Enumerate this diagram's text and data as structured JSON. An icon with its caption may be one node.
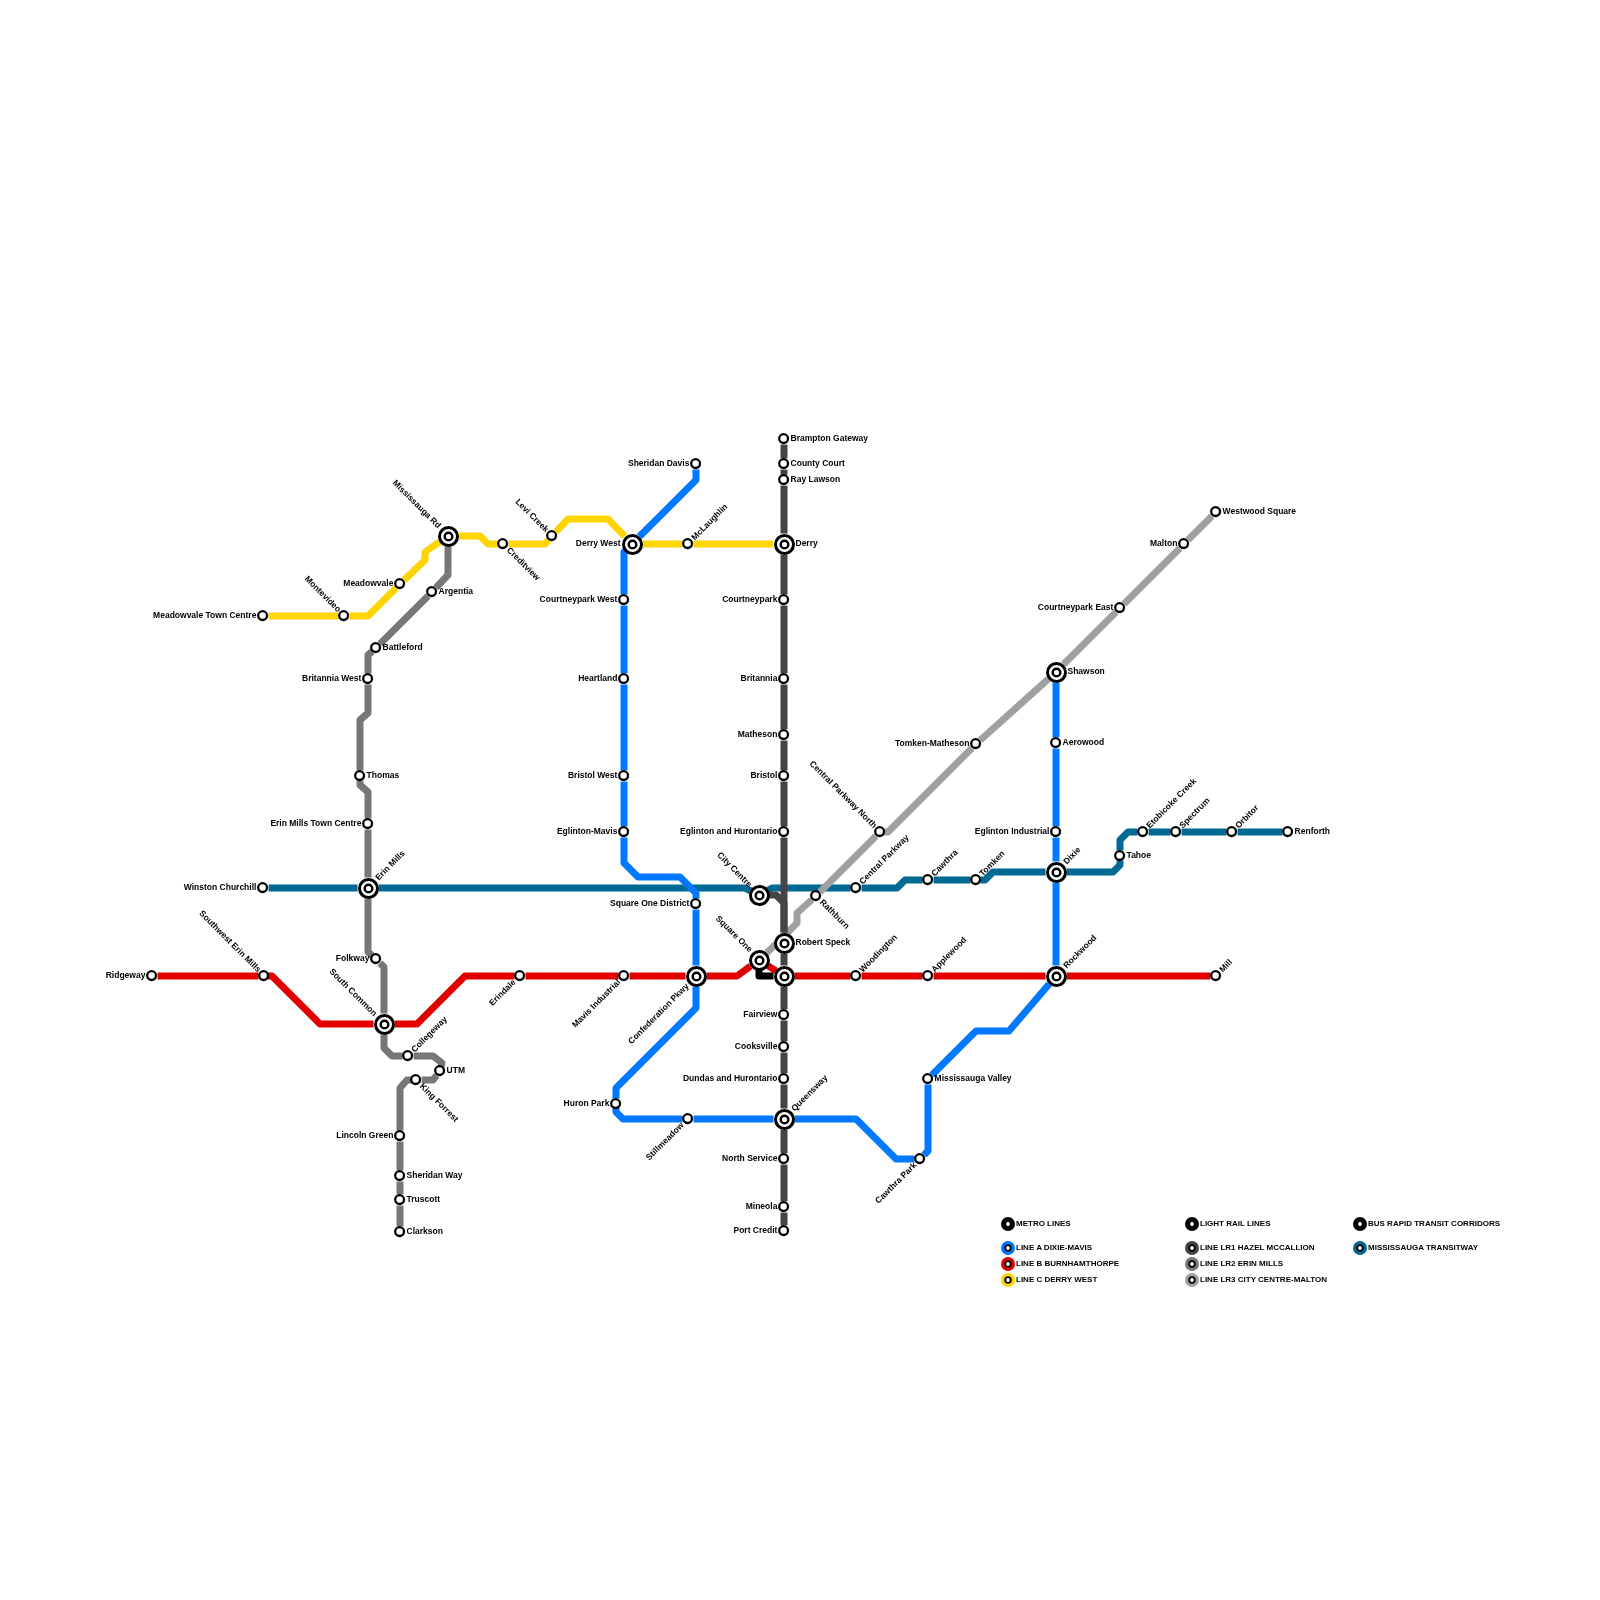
{
  "diagram": {
    "nodes": [
      {
        "text": [
          "Meadowvale Town Centre"
        ]
      },
      {
        "text": [
          "Montevideo"
        ]
      },
      {
        "text": [
          "Meadowvale"
        ]
      },
      {
        "text": [
          "Mississauga Rd"
        ]
      },
      {
        "text": [
          "Creditview"
        ]
      },
      {
        "text": [
          "Levi Creek"
        ]
      },
      {
        "text": [
          "Derry West"
        ]
      },
      {
        "text": [
          "McLaughlin"
        ]
      },
      {
        "text": [
          "Derry"
        ]
      },
      {
        "text": [
          "Sheridan Davis"
        ]
      },
      {
        "text": [
          "Brampton Gateway"
        ]
      },
      {
        "text": [
          "County Court"
        ]
      },
      {
        "text": [
          "Ray Lawson"
        ]
      },
      {
        "text": [
          "Courtneypark West"
        ]
      },
      {
        "text": [
          "Courtneypark"
        ]
      },
      {
        "text": [
          "Heartland"
        ]
      },
      {
        "text": [
          "Britannia"
        ]
      },
      {
        "text": [
          "Matheson"
        ]
      },
      {
        "text": [
          "Bristol West"
        ]
      },
      {
        "text": [
          "Bristol"
        ]
      },
      {
        "text": [
          "Eglinton-Mavis"
        ]
      },
      {
        "text": [
          "Eglinton and Hurontario"
        ]
      },
      {
        "text": [
          "Argentia"
        ]
      },
      {
        "text": [
          "Battleford"
        ]
      },
      {
        "text": [
          "Britannia West"
        ]
      },
      {
        "text": [
          "Thomas"
        ]
      },
      {
        "text": [
          "Erin Mills Town Centre"
        ]
      },
      {
        "text": [
          "Erin Mills"
        ]
      },
      {
        "text": [
          "Winston Churchill"
        ]
      },
      {
        "text": [
          "City Centre"
        ]
      },
      {
        "text": [
          "Square One District"
        ]
      },
      {
        "text": [
          "Rathburn"
        ]
      },
      {
        "text": [
          "Central Parkway North"
        ]
      },
      {
        "text": [
          "Central Parkway"
        ]
      },
      {
        "text": [
          "Cawthra"
        ]
      },
      {
        "text": [
          "Tomken"
        ]
      },
      {
        "text": [
          "Tomken-Matheson"
        ]
      },
      {
        "text": [
          "Shawson"
        ]
      },
      {
        "text": [
          "Courtneypark East"
        ]
      },
      {
        "text": [
          "Malton"
        ]
      },
      {
        "text": [
          "Westwood Square"
        ]
      },
      {
        "text": [
          "Aerowood"
        ]
      },
      {
        "text": [
          "Eglinton Industrial"
        ]
      },
      {
        "text": [
          "Dixie"
        ]
      },
      {
        "text": [
          "Tahoe"
        ]
      },
      {
        "text": [
          "Etobicoke Creek"
        ]
      },
      {
        "text": [
          "Spectrum"
        ]
      },
      {
        "text": [
          "Orbitor"
        ]
      },
      {
        "text": [
          "Renforth"
        ]
      },
      {
        "text": [
          "Robert Speck"
        ]
      },
      {
        "text": [
          "Square One"
        ]
      },
      {
        "text": [],
        "shape": "circle"
      },
      {
        "text": [
          "Ridgeway"
        ]
      },
      {
        "text": [
          "Southwest Erin Mills"
        ]
      },
      {
        "text": [
          "Folkway"
        ]
      },
      {
        "text": [
          "South Common"
        ]
      },
      {
        "text": [
          "Collegeway"
        ]
      },
      {
        "text": [
          "UTM"
        ]
      },
      {
        "text": [
          "King Forrest"
        ]
      },
      {
        "text": [
          "Lincoln Green"
        ]
      },
      {
        "text": [
          "Sheridan Way"
        ]
      },
      {
        "text": [
          "Truscott"
        ]
      },
      {
        "text": [
          "Clarkson"
        ]
      },
      {
        "text": [
          "Erindale"
        ]
      },
      {
        "text": [
          "Mavis Industrial"
        ]
      },
      {
        "text": [
          "Confederation Pkwy"
        ]
      },
      {
        "text": [
          "Woodington"
        ]
      },
      {
        "text": [
          "Applewood"
        ]
      },
      {
        "text": [
          "Rockwood"
        ]
      },
      {
        "text": [
          "Mill"
        ]
      },
      {
        "text": [
          "Fairview"
        ]
      },
      {
        "text": [
          "Cooksville"
        ]
      },
      {
        "text": [
          "Dundas and Hurontario"
        ]
      },
      {
        "text": [
          "Queensway"
        ]
      },
      {
        "text": [
          "Huron Park"
        ]
      },
      {
        "text": [
          "Stillmeadow"
        ]
      },
      {
        "text": [
          "North Service"
        ]
      },
      {
        "text": [
          "Mineola"
        ]
      },
      {
        "text": [
          "Port Credit"
        ]
      },
      {
        "text": [
          "Cawthra Park"
        ]
      },
      {
        "text": [
          "Mississauga Valley"
        ]
      }
    ],
    "edges": [
      {
        "from": 28,
        "to": 27,
        "arrow": "none",
        "color": "#006994"
      },
      {
        "from": 27,
        "to": 29,
        "arrow": "none",
        "color": "#006994"
      },
      {
        "from": 29,
        "to": 33,
        "arrow": "none",
        "color": "#006994"
      },
      {
        "from": 33,
        "to": 34,
        "arrow": "none",
        "color": "#006994"
      },
      {
        "from": 34,
        "to": 35,
        "arrow": "none",
        "color": "#006994"
      },
      {
        "from": 35,
        "to": 43,
        "arrow": "none",
        "color": "#006994"
      },
      {
        "from": 43,
        "to": 44,
        "arrow": "none",
        "color": "#006994"
      },
      {
        "from": 44,
        "to": 45,
        "arrow": "none",
        "color": "#006994"
      },
      {
        "from": 45,
        "to": 46,
        "arrow": "none",
        "color": "#006994"
      },
      {
        "from": 46,
        "to": 47,
        "arrow": "none",
        "color": "#006994"
      },
      {
        "from": 47,
        "to": 48,
        "arrow": "none",
        "color": "#006994"
      },
      {
        "from": 50,
        "to": 31,
        "arrow": "none",
        "color": "#a0a0a0"
      },
      {
        "from": 31,
        "to": 32,
        "arrow": "none",
        "color": "#a0a0a0"
      },
      {
        "from": 32,
        "to": 36,
        "arrow": "none",
        "color": "#a0a0a0"
      },
      {
        "from": 36,
        "to": 37,
        "arrow": "none",
        "color": "#a0a0a0"
      },
      {
        "from": 37,
        "to": 38,
        "arrow": "none",
        "color": "#a0a0a0"
      },
      {
        "from": 38,
        "to": 39,
        "arrow": "none",
        "color": "#a0a0a0"
      },
      {
        "from": 39,
        "to": 40,
        "arrow": "none",
        "color": "#a0a0a0"
      },
      {
        "from": 3,
        "to": 22,
        "arrow": "none",
        "color": "#777777"
      },
      {
        "from": 22,
        "to": 23,
        "arrow": "none",
        "color": "#777777"
      },
      {
        "from": 23,
        "to": 24,
        "arrow": "none",
        "color": "#777777"
      },
      {
        "from": 24,
        "to": 25,
        "arrow": "none",
        "color": "#777777"
      },
      {
        "from": 25,
        "to": 26,
        "arrow": "none",
        "color": "#777777"
      },
      {
        "from": 26,
        "to": 27,
        "arrow": "none",
        "color": "#777777"
      },
      {
        "from": 27,
        "to": 54,
        "arrow": "none",
        "color": "#777777"
      },
      {
        "from": 54,
        "to": 55,
        "arrow": "none",
        "color": "#777777"
      },
      {
        "from": 55,
        "to": 56,
        "arrow": "none",
        "color": "#777777"
      },
      {
        "from": 56,
        "to": 57,
        "arrow": "none",
        "color": "#777777"
      },
      {
        "from": 57,
        "to": 58,
        "arrow": "none",
        "color": "#777777"
      },
      {
        "from": 58,
        "to": 59,
        "arrow": "none",
        "color": "#777777"
      },
      {
        "from": 59,
        "to": 60,
        "arrow": "none",
        "color": "#777777"
      },
      {
        "from": 60,
        "to": 61,
        "arrow": "none",
        "color": "#777777"
      },
      {
        "from": 61,
        "to": 62,
        "arrow": "none",
        "color": "#777777"
      },
      {
        "from": 10,
        "to": 11,
        "arrow": "none",
        "color": "#444444"
      },
      {
        "from": 11,
        "to": 12,
        "arrow": "none",
        "color": "#444444"
      },
      {
        "from": 12,
        "to": 8,
        "arrow": "none",
        "color": "#444444"
      },
      {
        "from": 8,
        "to": 14,
        "arrow": "none",
        "color": "#444444"
      },
      {
        "from": 14,
        "to": 16,
        "arrow": "none",
        "color": "#444444"
      },
      {
        "from": 16,
        "to": 17,
        "arrow": "none",
        "color": "#444444"
      },
      {
        "from": 17,
        "to": 19,
        "arrow": "none",
        "color": "#444444"
      },
      {
        "from": 19,
        "to": 21,
        "arrow": "none",
        "color": "#444444"
      },
      {
        "from": 21,
        "to": 49,
        "arrow": "none",
        "color": "#444444"
      },
      {
        "from": 29,
        "to": 49,
        "arrow": "none",
        "color": "#444444"
      },
      {
        "from": 49,
        "to": 51,
        "arrow": "none",
        "color": "#444444"
      },
      {
        "from": 51,
        "to": 70,
        "arrow": "none",
        "color": "#444444"
      },
      {
        "from": 70,
        "to": 71,
        "arrow": "none",
        "color": "#444444"
      },
      {
        "from": 71,
        "to": 72,
        "arrow": "none",
        "color": "#444444"
      },
      {
        "from": 72,
        "to": 73,
        "arrow": "none",
        "color": "#444444"
      },
      {
        "from": 73,
        "to": 76,
        "arrow": "none",
        "color": "#444444"
      },
      {
        "from": 76,
        "to": 77,
        "arrow": "none",
        "color": "#444444"
      },
      {
        "from": 77,
        "to": 78,
        "arrow": "none",
        "color": "#444444"
      },
      {
        "from": 0,
        "to": 1,
        "arrow": "none",
        "color": "#ffd500"
      },
      {
        "from": 1,
        "to": 2,
        "arrow": "none",
        "color": "#ffd500"
      },
      {
        "from": 2,
        "to": 3,
        "arrow": "none",
        "color": "#ffd500"
      },
      {
        "from": 3,
        "to": 4,
        "arrow": "none",
        "color": "#ffd500"
      },
      {
        "from": 4,
        "to": 5,
        "arrow": "none",
        "color": "#ffd500"
      },
      {
        "from": 5,
        "to": 6,
        "arrow": "none",
        "color": "#ffd500"
      },
      {
        "from": 6,
        "to": 7,
        "arrow": "none",
        "color": "#ffd500"
      },
      {
        "from": 7,
        "to": 8,
        "arrow": "none",
        "color": "#ffd500"
      },
      {
        "from": 9,
        "to": 6,
        "arrow": "none",
        "color": "#0078ff"
      },
      {
        "from": 6,
        "to": 13,
        "arrow": "none",
        "color": "#0078ff"
      },
      {
        "from": 13,
        "to": 15,
        "arrow": "none",
        "color": "#0078ff"
      },
      {
        "from": 15,
        "to": 18,
        "arrow": "none",
        "color": "#0078ff"
      },
      {
        "from": 18,
        "to": 20,
        "arrow": "none",
        "color": "#0078ff"
      },
      {
        "from": 20,
        "to": 30,
        "arrow": "none",
        "color": "#0078ff"
      },
      {
        "from": 30,
        "to": 65,
        "arrow": "none",
        "color": "#0078ff"
      },
      {
        "from": 65,
        "to": 74,
        "arrow": "none",
        "color": "#0078ff"
      },
      {
        "from": 74,
        "to": 75,
        "arrow": "none",
        "color": "#0078ff"
      },
      {
        "from": 75,
        "to": 73,
        "arrow": "none",
        "color": "#0078ff"
      },
      {
        "from": 73,
        "to": 79,
        "arrow": "none",
        "color": "#0078ff"
      },
      {
        "from": 79,
        "to": 80,
        "arrow": "none",
        "color": "#0078ff"
      },
      {
        "from": 80,
        "to": 68,
        "arrow": "none",
        "color": "#0078ff"
      },
      {
        "from": 68,
        "to": 43,
        "arrow": "none",
        "color": "#0078ff"
      },
      {
        "from": 43,
        "to": 42,
        "arrow": "none",
        "color": "#0078ff"
      },
      {
        "from": 42,
        "to": 41,
        "arrow": "none",
        "color": "#0078ff"
      },
      {
        "from": 41,
        "to": 37,
        "arrow": "none",
        "color": "#0078ff"
      },
      {
        "from": 52,
        "to": 53,
        "arrow": "none",
        "color": "#e00000"
      },
      {
        "from": 53,
        "to": 55,
        "arrow": "none",
        "color": "#e00000"
      },
      {
        "from": 55,
        "to": 63,
        "arrow": "none",
        "color": "#e00000"
      },
      {
        "from": 63,
        "to": 64,
        "arrow": "none",
        "color": "#e00000"
      },
      {
        "from": 64,
        "to": 65,
        "arrow": "none",
        "color": "#e00000"
      },
      {
        "from": 65,
        "to": 50,
        "arrow": "none",
        "color": "#e00000"
      },
      {
        "from": 50,
        "to": 51,
        "arrow": "none",
        "color": "#e00000"
      },
      {
        "from": 51,
        "to": 66,
        "arrow": "none",
        "color": "#e00000"
      },
      {
        "from": 66,
        "to": 67,
        "arrow": "none",
        "color": "#e00000"
      },
      {
        "from": 67,
        "to": 68,
        "arrow": "none",
        "color": "#e00000"
      },
      {
        "from": 68,
        "to": 69,
        "arrow": "none",
        "color": "#e00000"
      },
      {
        "from": 50,
        "to": 51,
        "arrow": "none",
        "color": "#000000"
      }
    ],
    "legend": [
      {
        "text": "METRO LINES",
        "color": "#000000"
      },
      {
        "text": "LINE A DIXIE-MAVIS",
        "color": "#0078ff"
      },
      {
        "text": "LINE B BURNHAMTHORPE",
        "color": "#e00000"
      },
      {
        "text": "LINE C DERRY WEST",
        "color": "#ffd500"
      },
      {
        "text": "LIGHT RAIL LINES",
        "color": "#000000"
      },
      {
        "text": "LINE LR1 HAZEL MCCALLION",
        "color": "#444444"
      },
      {
        "text": "LINE LR2 ERIN MILLS",
        "color": "#777777"
      },
      {
        "text": "LINE LR3 CITY CENTRE-MALTON",
        "color": "#a0a0a0"
      },
      {
        "text": "BUS RAPID TRANSIT CORRIDORS",
        "color": "#000000"
      },
      {
        "text": "MISSISSAUGA TRANSITWAY",
        "color": "#006994"
      }
    ]
  }
}
